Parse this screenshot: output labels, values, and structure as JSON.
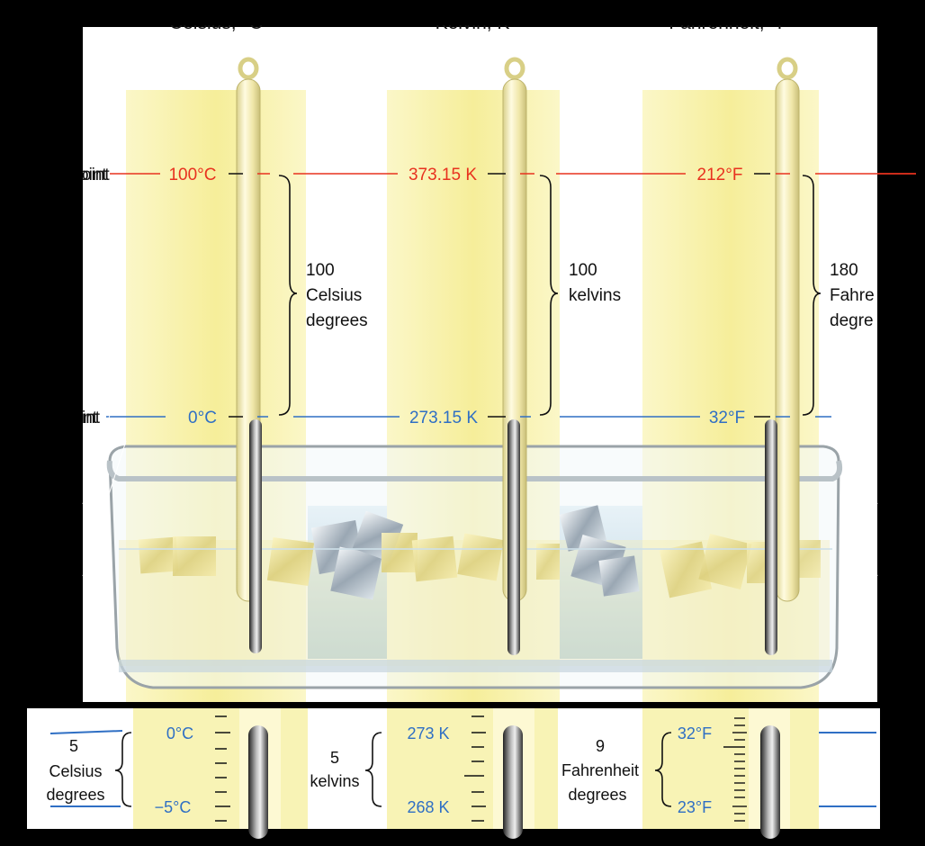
{
  "top_headers": {
    "celsius": "Celsius, °C",
    "kelvin": "Kelvin, K",
    "fahrenheit": "Fahrenheit, °F"
  },
  "left_labels": {
    "boiling": "oint",
    "freezing": "int"
  },
  "boiling_values": {
    "celsius": "100°C",
    "kelvin": "373.15 K",
    "fahrenheit": "212°F"
  },
  "freezing_values": {
    "celsius": "0°C",
    "kelvin": "273.15 K",
    "fahrenheit": "32°F"
  },
  "ranges": {
    "celsius": {
      "number": "100",
      "line1": "Celsius",
      "line2": "degrees"
    },
    "kelvin": {
      "number": "100",
      "line1": "kelvins"
    },
    "fahrenheit": {
      "number": "180",
      "line1": "Fahre",
      "line2": "degre"
    }
  },
  "detail": {
    "celsius": {
      "top": "0°C",
      "bottom": "−5°C",
      "number": "5",
      "line1": "Celsius",
      "line2": "degrees"
    },
    "kelvin": {
      "top": "273 K",
      "bottom": "268 K",
      "number": "5",
      "line1": "kelvins"
    },
    "fahrenheit": {
      "top": "32°F",
      "bottom": "23°F",
      "number": "9",
      "line1": "Fahrenheit",
      "line2": "degrees"
    }
  },
  "colors": {
    "boiling_line": "#e8321f",
    "freezing_line": "#2f6fc4",
    "band": "#f7f1a8"
  }
}
